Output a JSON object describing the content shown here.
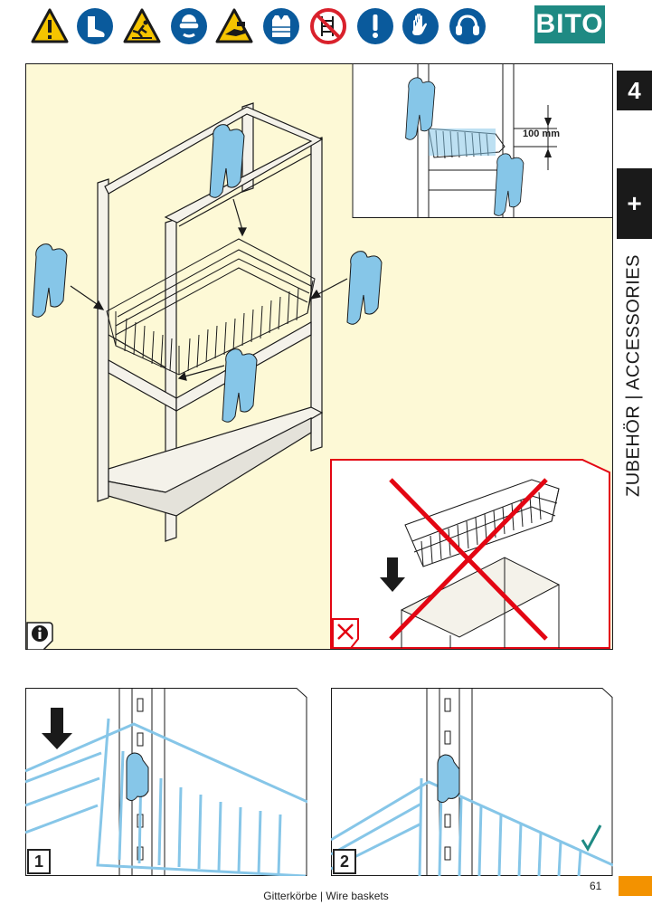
{
  "header": {
    "brand": "BITO",
    "safety_symbols": [
      "warning-general-icon",
      "safety-boots-icon",
      "warning-slippery-icon",
      "eye-protection-icon",
      "warning-hand-crush-icon",
      "hi-vis-vest-icon",
      "no-climbing-icon",
      "mandatory-action-icon",
      "gloves-icon",
      "ear-protection-icon"
    ],
    "colors": {
      "warning": "#f5c400",
      "mandatory": "#0a5a9c",
      "prohibition": "#d9212c",
      "brand": "#1f8a83"
    }
  },
  "sidebar": {
    "chapter": "4",
    "plus": "+",
    "label": "ZUBEHÖR | ACCESSORIES"
  },
  "main_figure": {
    "dimension_label": "100 mm",
    "info_icon": "info-icon",
    "wrong_icon": "cross-icon",
    "colors": {
      "background": "#fdf9d6",
      "highlight": "#86c6e8",
      "wrong": "#e30613"
    }
  },
  "steps": [
    {
      "number": "1"
    },
    {
      "number": "2",
      "check_icon": "check-icon"
    }
  ],
  "footer": {
    "caption": "Gitterkörbe | Wire baskets",
    "page_number": "61",
    "accent": "#f39200"
  }
}
